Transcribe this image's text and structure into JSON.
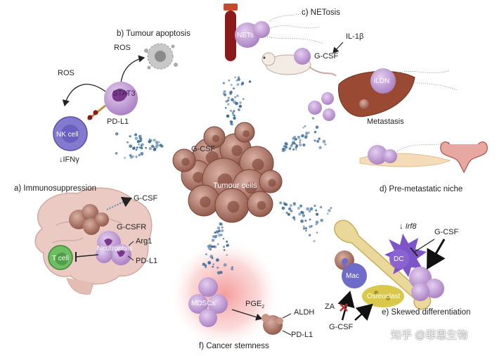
{
  "colors": {
    "neutrophil": "#b48cc8",
    "neutrophil_nucleus": "#7a3a8c",
    "tumour": "#a8695a",
    "tumour_light": "#c99587",
    "nk_cell": "#7a6fc6",
    "t_cell": "#6dbd63",
    "dc": "#7e55c9",
    "mac": "#6f6bc9",
    "osteoclast": "#d7c64a",
    "gcsf_dots": "#3f6f9c",
    "stemness_glow": "#f18080",
    "brain": "#e9c6bf",
    "blood": "#8b1a1a",
    "inhibit_red": "#c0302c"
  },
  "icons": [
    "tumour-cluster-icon",
    "neutrophil-icon",
    "nk-cell-icon",
    "t-cell-icon",
    "dc-icon",
    "macrophage-icon",
    "osteoclast-icon",
    "brain-icon",
    "mouse-icon",
    "liver-icon",
    "uterus-icon",
    "blood-tube-icon",
    "bone-icon"
  ],
  "tumour": {
    "label": "Tumour cells",
    "center_label": "G-CSF"
  },
  "panel_a": {
    "title": "a) Immunosuppression",
    "gcsf": "G-CSF",
    "gcsfr": "G-CSFR",
    "neutrophils": "Neutrophils",
    "arg1": "Arg1",
    "pdl1": "PD-L1",
    "tcell": "T cell"
  },
  "panel_b": {
    "title": "b) Tumour apoptosis",
    "ros_top": "ROS",
    "ros_left": "ROS",
    "stat3": "STAT3",
    "pdl1": "PD-L1",
    "nkcell": "NK cell",
    "ifn": "↓IFNγ"
  },
  "panel_c": {
    "title": "c) NETosis",
    "nets": "NETs",
    "il1b": "IL-1β",
    "gcsf": "G-CSF",
    "ildn": "iLDN",
    "metastasis": "Metastasis"
  },
  "panel_d": {
    "title": "d) Pre-metastatic niche"
  },
  "panel_e": {
    "title": "e) Skewed differentiation",
    "irf8_prefix": "↓ ",
    "irf8": "Irf8",
    "gcsf_top": "G-CSF",
    "dc": "DC",
    "mac": "Mac",
    "osteoclast": "Osteoclast",
    "za": "ZA",
    "gcsf_bottom": "G-CSF"
  },
  "panel_f": {
    "title": "f) Cancer stemness",
    "mdscs": "MDSCs",
    "pge": "PGE",
    "pge_sub": "2",
    "aldh": "ALDH",
    "pdl1": "PD-L1"
  },
  "watermark": "知乎 @菲恩生物"
}
